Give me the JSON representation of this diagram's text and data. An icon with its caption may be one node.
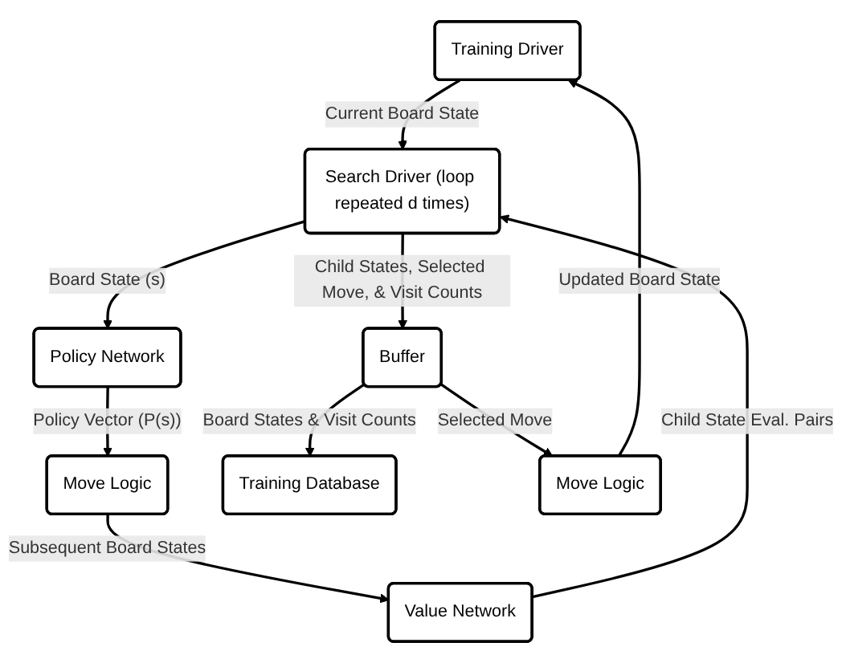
{
  "diagram": {
    "nodes": [
      {
        "text": [
          "Training Driver"
        ]
      },
      {
        "text": [
          "Search Driver (loop repeated d times)"
        ]
      },
      {
        "text": [
          "Policy Network"
        ]
      },
      {
        "text": [
          "Move Logic"
        ]
      },
      {
        "text": [
          "Value Network"
        ]
      },
      {
        "text": [
          "Buffer"
        ]
      },
      {
        "text": [
          "Training Database"
        ]
      },
      {
        "text": [
          "Move Logic"
        ]
      }
    ],
    "edges": [
      {
        "from": 0,
        "to": 1,
        "arrow": "to",
        "label": "Current Board State"
      },
      {
        "from": 1,
        "to": 2,
        "arrow": "to",
        "label": "Board State (s)"
      },
      {
        "from": 2,
        "to": 3,
        "arrow": "to",
        "label": "Policy Vector (P(s))"
      },
      {
        "from": 3,
        "to": 4,
        "arrow": "to",
        "label": "Subsequent Board States"
      },
      {
        "from": 4,
        "to": 1,
        "arrow": "to",
        "label": "Child State Eval. Pairs"
      },
      {
        "from": 1,
        "to": 5,
        "arrow": "to",
        "label": "Child States, Selected Move, & Visit Counts"
      },
      {
        "from": 5,
        "to": 6,
        "arrow": "to",
        "label": "Board States & Visit Counts"
      },
      {
        "from": 5,
        "to": 7,
        "arrow": "to",
        "label": "Selected Move"
      },
      {
        "from": 7,
        "to": 0,
        "arrow": "to",
        "label": "Updated Board State"
      }
    ]
  }
}
